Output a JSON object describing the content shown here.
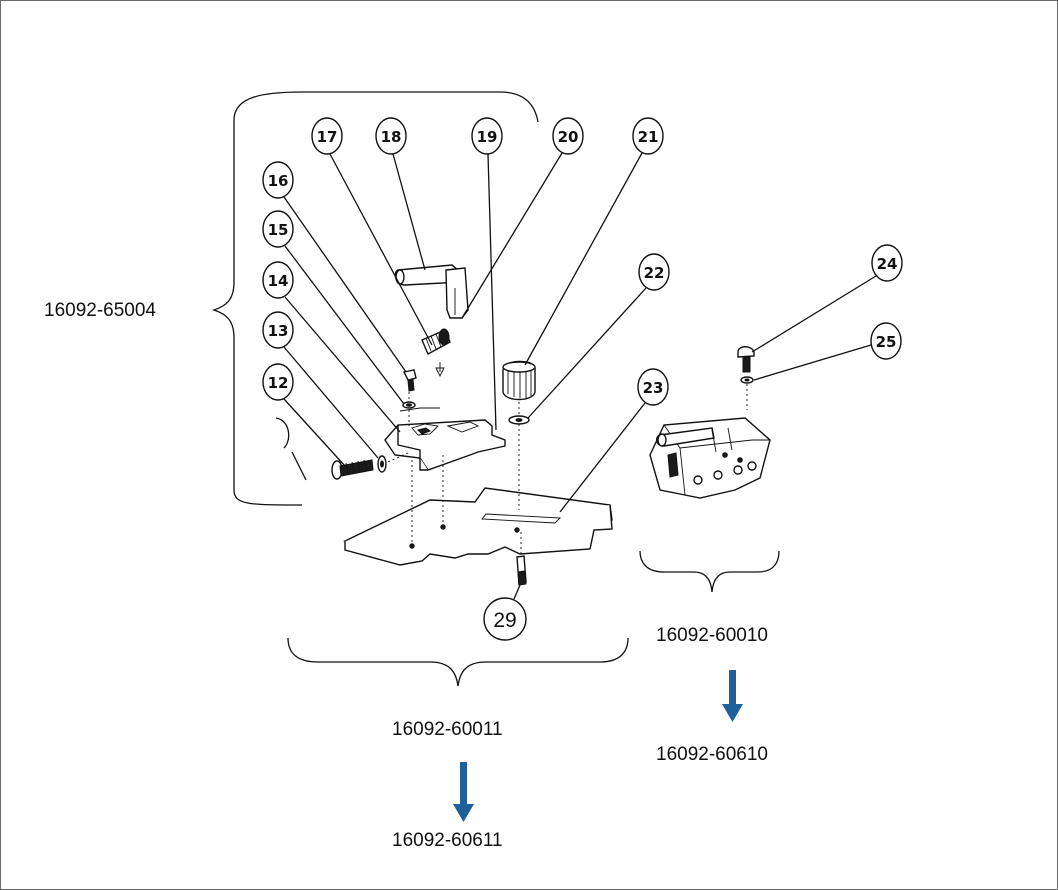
{
  "diagram": {
    "assembly_labels": {
      "subassembly_bracket": "16092-65004",
      "left_assembly_old": "16092-60011",
      "left_assembly_new": "16092-60611",
      "right_assembly_old": "16092-60010",
      "right_assembly_new": "16092-60610"
    },
    "callouts": [
      "12",
      "13",
      "14",
      "15",
      "16",
      "17",
      "18",
      "19",
      "20",
      "21",
      "22",
      "23",
      "24",
      "25",
      "29"
    ],
    "arrow_color": "#1f5f9a"
  }
}
